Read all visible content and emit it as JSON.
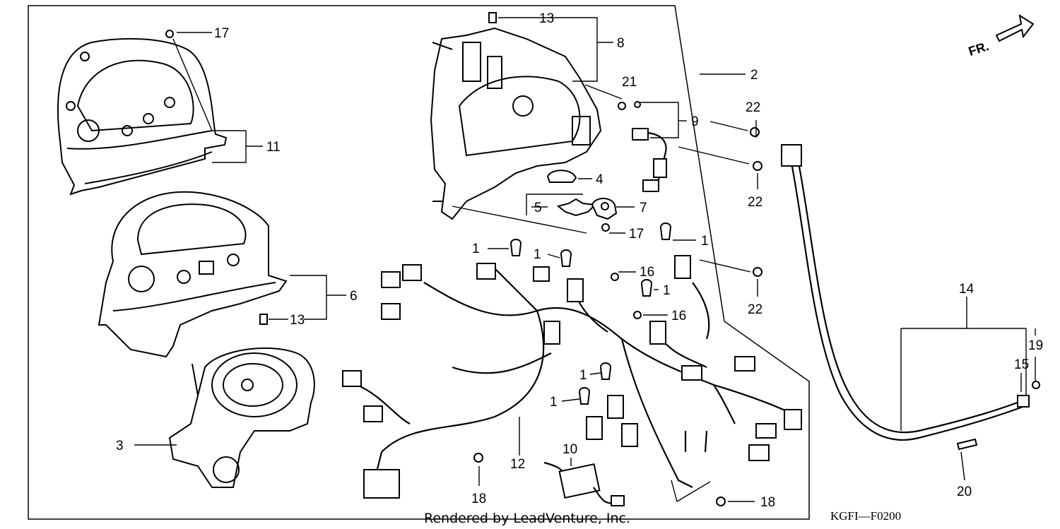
{
  "diagram": {
    "code": "KGFI—F0200",
    "credit": "Rendered by LeadVenture, Inc.",
    "direction_label": "FR.",
    "callouts": {
      "c1a": "1",
      "c1b": "1",
      "c1c": "1",
      "c1d": "1",
      "c1e": "1",
      "c1f": "1",
      "c2": "2",
      "c3": "3",
      "c4": "4",
      "c5": "5",
      "c6": "6",
      "c7": "7",
      "c8": "8",
      "c9": "9",
      "c10": "10",
      "c11": "11",
      "c12": "12",
      "c13a": "13",
      "c13b": "13",
      "c14": "14",
      "c15": "15",
      "c16a": "16",
      "c16b": "16",
      "c17a": "17",
      "c17b": "17",
      "c18a": "18",
      "c18b": "18",
      "c19": "19",
      "c20": "20",
      "c21": "21",
      "c22a": "22",
      "c22b": "22",
      "c22c": "22"
    }
  }
}
